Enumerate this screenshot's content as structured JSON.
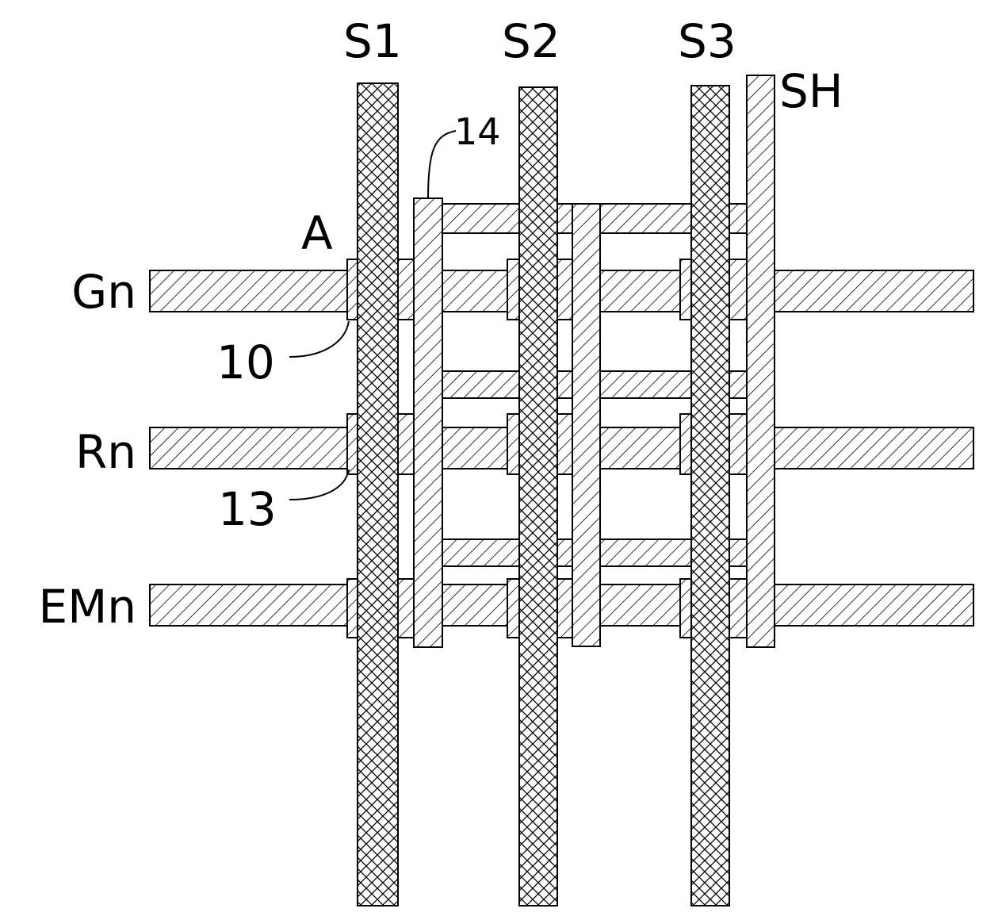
{
  "labels": {
    "col_s1": "S1",
    "col_s2": "S2",
    "col_s3": "S3",
    "col_sh": "SH",
    "row_gn": "Gn",
    "row_rn": "Rn",
    "row_emn": "EMn",
    "point_a": "A",
    "ref_10": "10",
    "ref_13": "13",
    "ref_14": "14"
  },
  "colors": {
    "line": "#000000",
    "background": "#ffffff"
  }
}
